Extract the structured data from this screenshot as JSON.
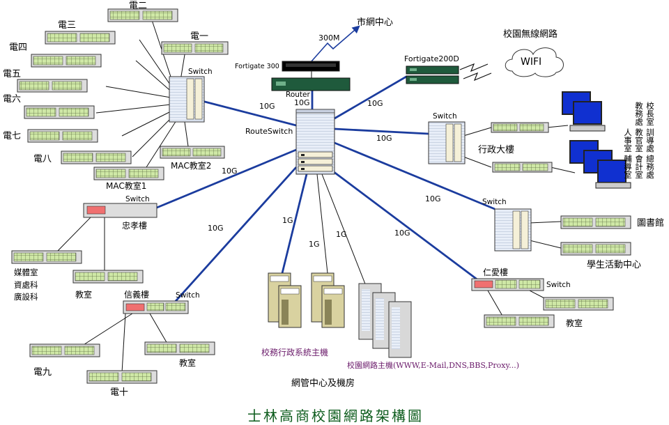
{
  "title": "士林高商校園網路架構圖",
  "core": {
    "name": "RouteSwitch",
    "router": "Router",
    "router_link": "10G",
    "city_center": "市網中心",
    "uplink": "300M",
    "fortigate300": "Fortigate 300",
    "fortigate200d": "Fortigate200D",
    "wireless_label": "校園無線網路",
    "wifi": "WIFI"
  },
  "switch_label": "Switch",
  "links": {
    "elec_to_core": "10G",
    "core_to_fortigate200d": "10G",
    "admin_link": "10G",
    "zhongxiao_link": "10G",
    "xinyi_link": "10G",
    "library_link": "10G",
    "renai_link": "10G",
    "server1_link": "1G",
    "server2_link_a": "1G",
    "server2_link_b": "1G"
  },
  "labels": {
    "dian1": "電一",
    "dian2": "電二",
    "dian3": "電三",
    "dian4": "電四",
    "dian5": "電五",
    "dian6": "電六",
    "dian7": "電七",
    "dian8": "電八",
    "mac1": "MAC教室1",
    "mac2": "MAC教室2",
    "admin_building": "行政大樓",
    "zhongxiao": "忠孝樓",
    "zhongxiao_rooms": [
      "媒體室",
      "資處科",
      "廣設科"
    ],
    "zhongxiao_class": "教室",
    "xinyi": "信義樓",
    "dian9": "電九",
    "dian10": "電十",
    "xinyi_class": "教室",
    "server1": "校務行政系統主機",
    "server2": "校園網路主機(WWW,E-Mail,DNS,BBS,Proxy...)",
    "datacenter": "網管中心及機房",
    "library": "圖書館",
    "student_center": "學生活動中心",
    "renai": "仁愛樓",
    "renai_class": "教室",
    "offices": [
      "校長室",
      "教務處",
      "訓導處",
      "教官室",
      "總務處",
      "會計室",
      "人事室",
      "輔導室"
    ]
  }
}
